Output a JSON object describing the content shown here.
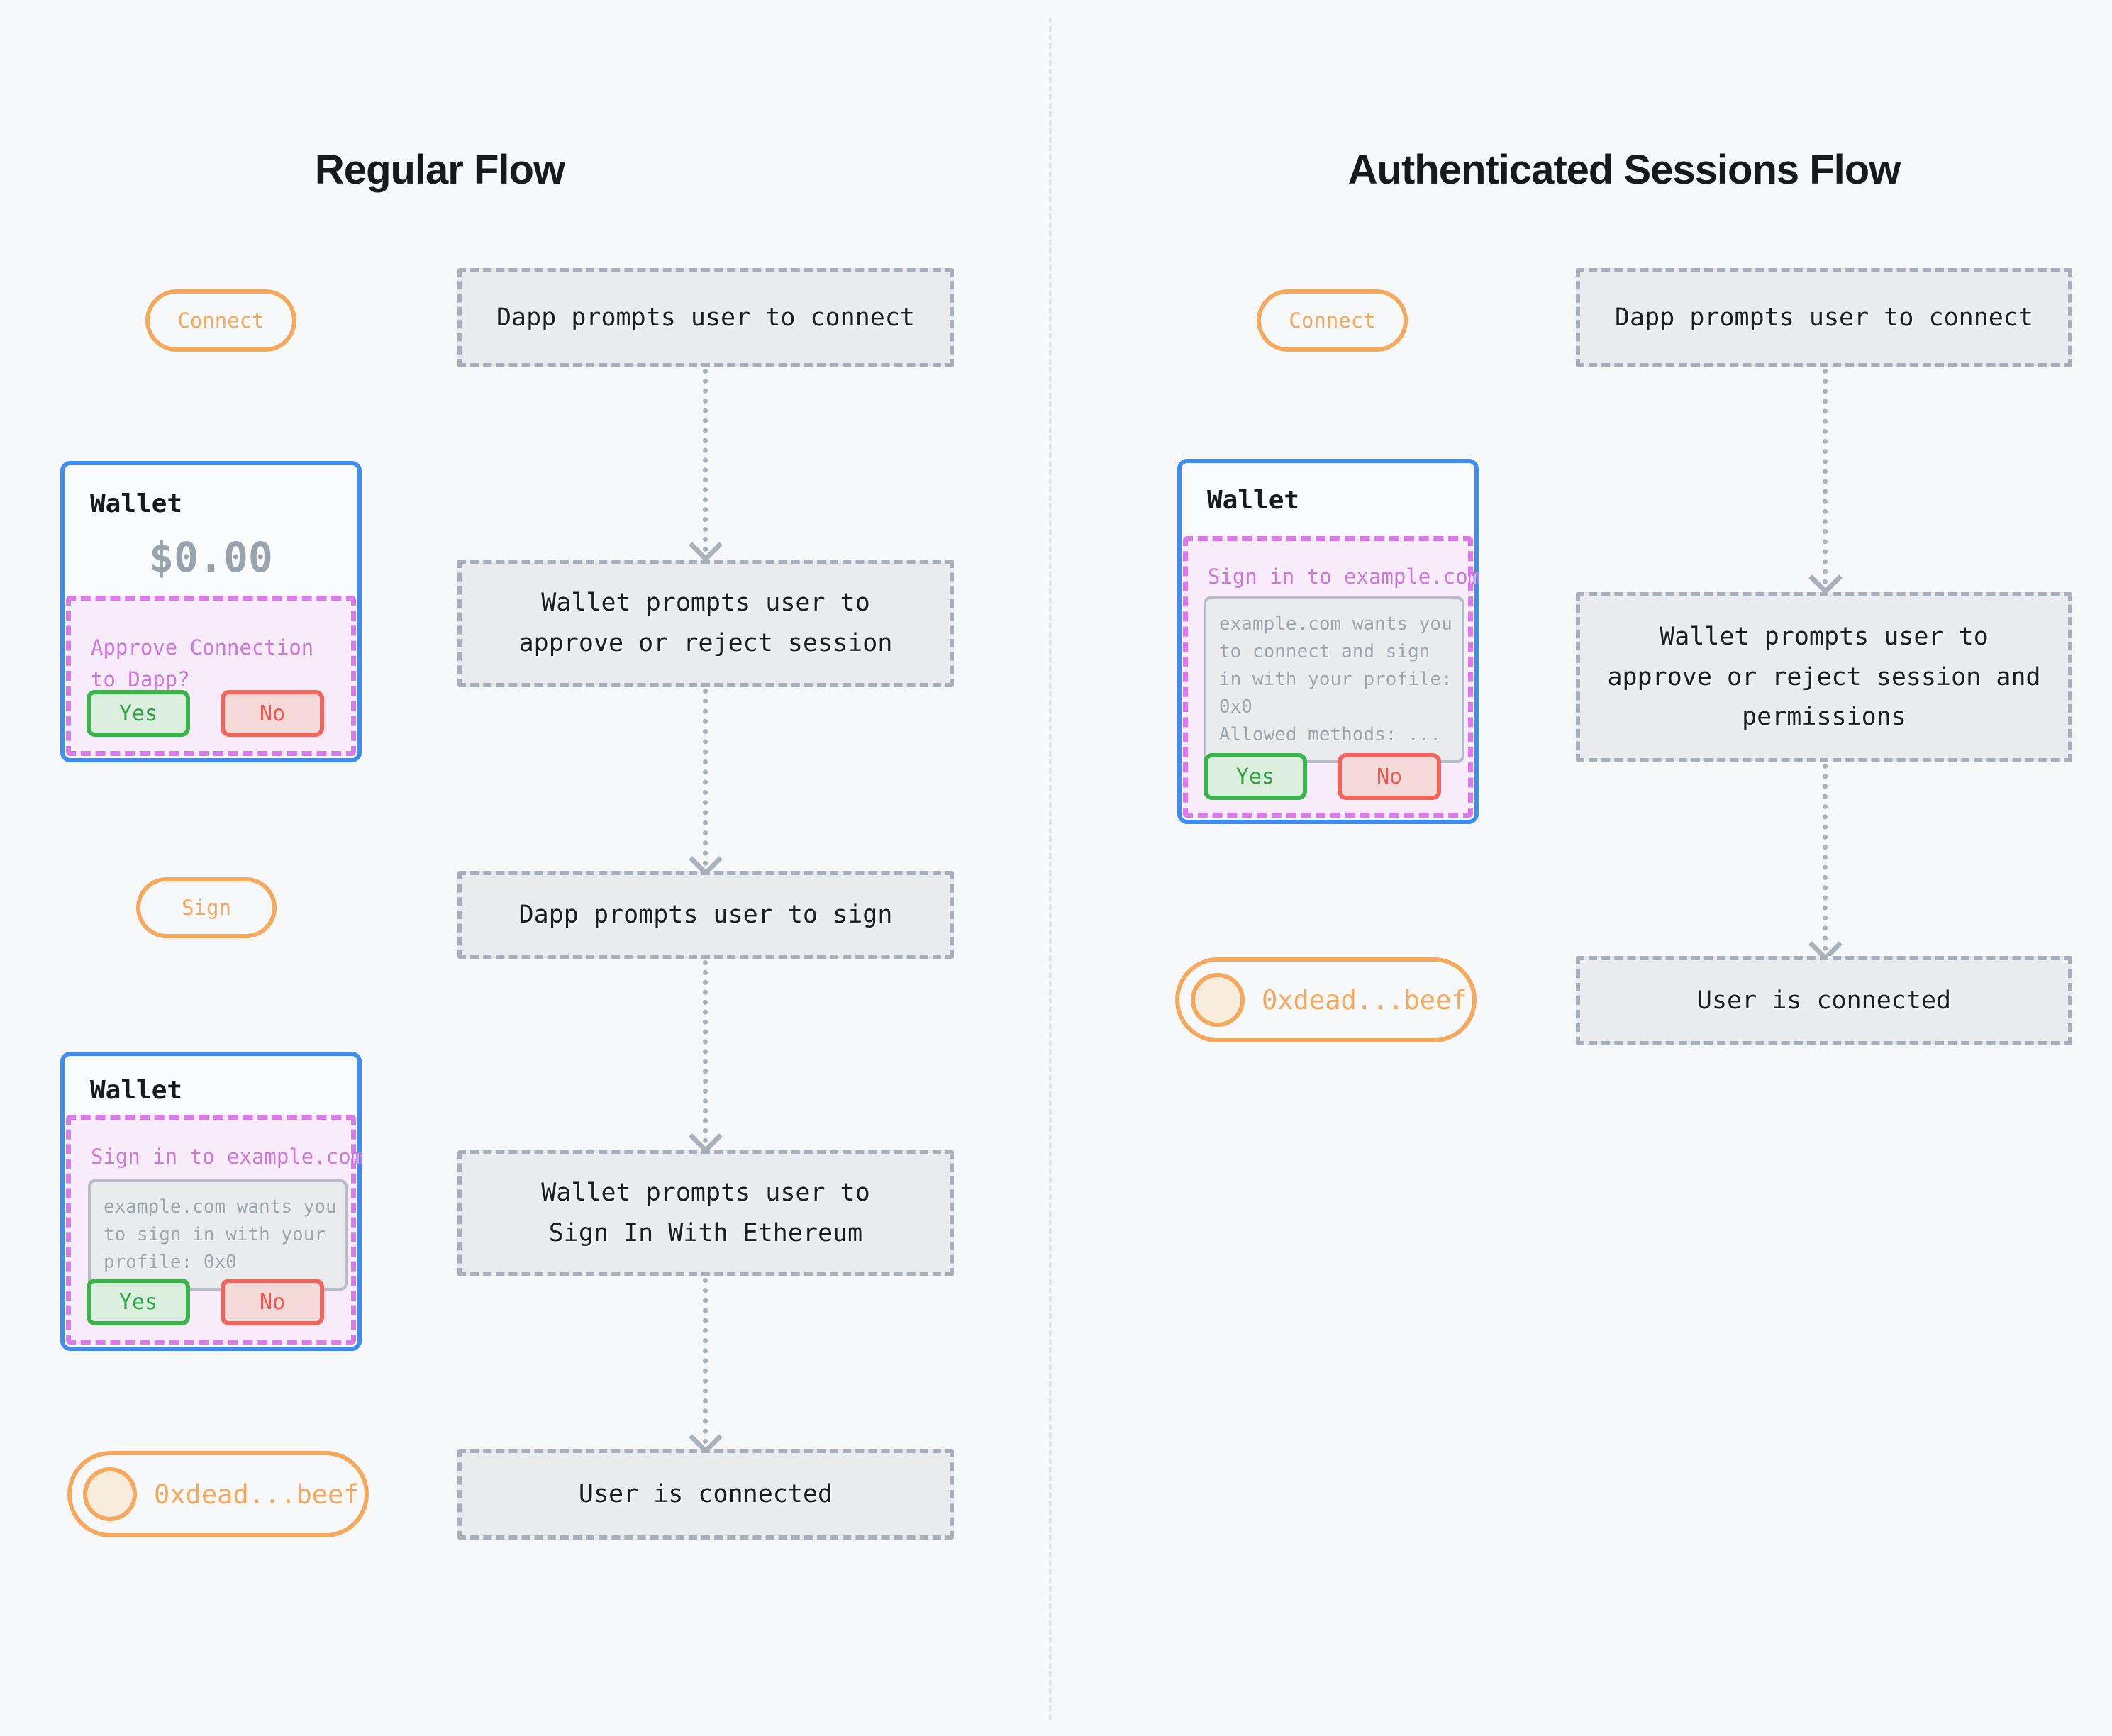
{
  "left": {
    "title": "Regular Flow",
    "pills": {
      "connect": "Connect",
      "sign": "Sign",
      "address": "0xdead...beef"
    },
    "boxes": [
      "Dapp prompts user to connect",
      "Wallet prompts user to\napprove or reject session",
      "Dapp prompts user to sign",
      "Wallet prompts user to\nSign In With Ethereum",
      "User is connected"
    ],
    "wallet1": {
      "title": "Wallet",
      "balance": "$0.00",
      "question": "Approve Connection\nto Dapp?",
      "yes": "Yes",
      "no": "No"
    },
    "wallet2": {
      "title": "Wallet",
      "heading": "Sign in to example.com",
      "message": "example.com wants you\nto sign in with your\nprofile: 0x0",
      "yes": "Yes",
      "no": "No"
    }
  },
  "right": {
    "title": "Authenticated Sessions Flow",
    "pills": {
      "connect": "Connect",
      "address": "0xdead...beef"
    },
    "boxes": [
      "Dapp prompts user to connect",
      "Wallet prompts user to\napprove or reject session and\npermissions",
      "User is connected"
    ],
    "wallet": {
      "title": "Wallet",
      "heading": "Sign in to example.com",
      "message": "example.com wants you\nto connect and sign\nin with your profile:\n0x0\nAllowed methods: ...",
      "yes": "Yes",
      "no": "No"
    }
  },
  "colors": {
    "page_bg": "#f7f8fa",
    "accent_orange": "#f6a85c",
    "avatar_fill": "#f8ecdc",
    "card_border_blue": "#3d8df5",
    "panel_border_purple": "#d97ce9",
    "panel_bg": "#f8ecfa",
    "purple_text": "#d173e2",
    "flow_box_bg": "#e9ebee",
    "flow_box_border": "#a7b0ba",
    "arrow_gray": "#a9b2bb",
    "text_dark": "#1a1e22",
    "text_gray": "#9aa4ae",
    "green_border": "#39b44a",
    "green_bg": "#dcefdf",
    "green_text": "#2da342",
    "red_border": "#f3655c",
    "red_bg": "#f4d9d9",
    "red_text": "#f0564d",
    "divider": "#e3e5e9"
  }
}
